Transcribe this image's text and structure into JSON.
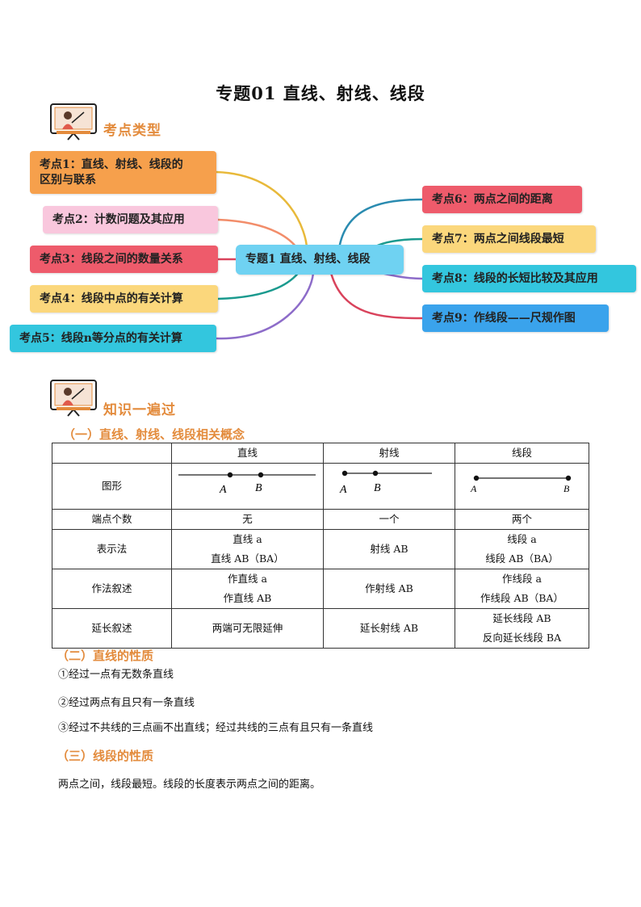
{
  "title": "专题01 直线、射线、线段",
  "section1": {
    "title": "考点类型",
    "icon": "teacher-board-icon"
  },
  "mindmap": {
    "center": "专题1 直线、射线、线段",
    "left": [
      {
        "line1": "考点1：直线、射线、线段的",
        "line2": "区别与联系",
        "color": "#f6a04c",
        "stroke": "#e8b93a"
      },
      {
        "line1": "考点2：计数问题及其应用",
        "line2": "",
        "color": "#f9c7dd",
        "stroke": "#f28d6a"
      },
      {
        "line1": "考点3：线段之间的数量关系",
        "line2": "",
        "color": "#ee5b6b",
        "stroke": "#d9435c"
      },
      {
        "line1": "考点4：线段中点的有关计算",
        "line2": "",
        "color": "#fbd77c",
        "stroke": "#1a9a8e"
      },
      {
        "line1": "考点5：线段n等分点的有关计算",
        "line2": "",
        "color": "#33c6de",
        "stroke": "#8d6cc9"
      }
    ],
    "right": [
      {
        "label": "考点6：两点之间的距离",
        "color": "#ee5b6b",
        "stroke": "#2a8bb0"
      },
      {
        "label": "考点7：两点之间线段最短",
        "color": "#fbd77c",
        "stroke": "#1a9a8e"
      },
      {
        "label": "考点8：线段的长短比较及其应用",
        "color": "#33c6de",
        "stroke": "#8d6cc9"
      },
      {
        "label": "考点9：作线段——尺规作图",
        "color": "#3aa3ec",
        "stroke": "#d9435c"
      }
    ],
    "center_color": "#6fd2f2"
  },
  "section2": {
    "title": "知识一遍过",
    "icon": "teacher-board-icon"
  },
  "sub1": "（一）直线、射线、线段相关概念",
  "table": {
    "headers": [
      "",
      "直线",
      "射线",
      "线段"
    ],
    "figure_label": "图形",
    "figure_points": {
      "line": [
        "A",
        "B"
      ],
      "ray": [
        "A",
        "B"
      ],
      "segment": [
        "A",
        "B"
      ]
    },
    "rows": [
      {
        "label": "端点个数",
        "c1": [
          "无"
        ],
        "c2": [
          "一个"
        ],
        "c3": [
          "两个"
        ]
      },
      {
        "label": "表示法",
        "c1": [
          "直线 a",
          "直线 AB（BA）"
        ],
        "c2": [
          "射线 AB"
        ],
        "c3": [
          "线段 a",
          "线段 AB（BA）"
        ]
      },
      {
        "label": "作法叙述",
        "c1": [
          "作直线 a",
          "作直线 AB"
        ],
        "c2": [
          "作射线 AB"
        ],
        "c3": [
          "作线段 a",
          "作线段 AB（BA）"
        ]
      },
      {
        "label": "延长叙述",
        "c1": [
          "两端可无限延伸"
        ],
        "c2": [
          "延长射线 AB"
        ],
        "c3": [
          "延长线段 AB",
          "反向延长线段 BA"
        ]
      }
    ]
  },
  "sub2": "（二）直线的性质",
  "props": [
    "①经过一点有无数条直线",
    "②经过两点有且只有一条直线",
    "③经过不共线的三点画不出直线；经过共线的三点有且只有一条直线"
  ],
  "sub3": "（三）线段的性质",
  "seg_prop": "两点之间，线段最短。线段的长度表示两点之间的距离。"
}
